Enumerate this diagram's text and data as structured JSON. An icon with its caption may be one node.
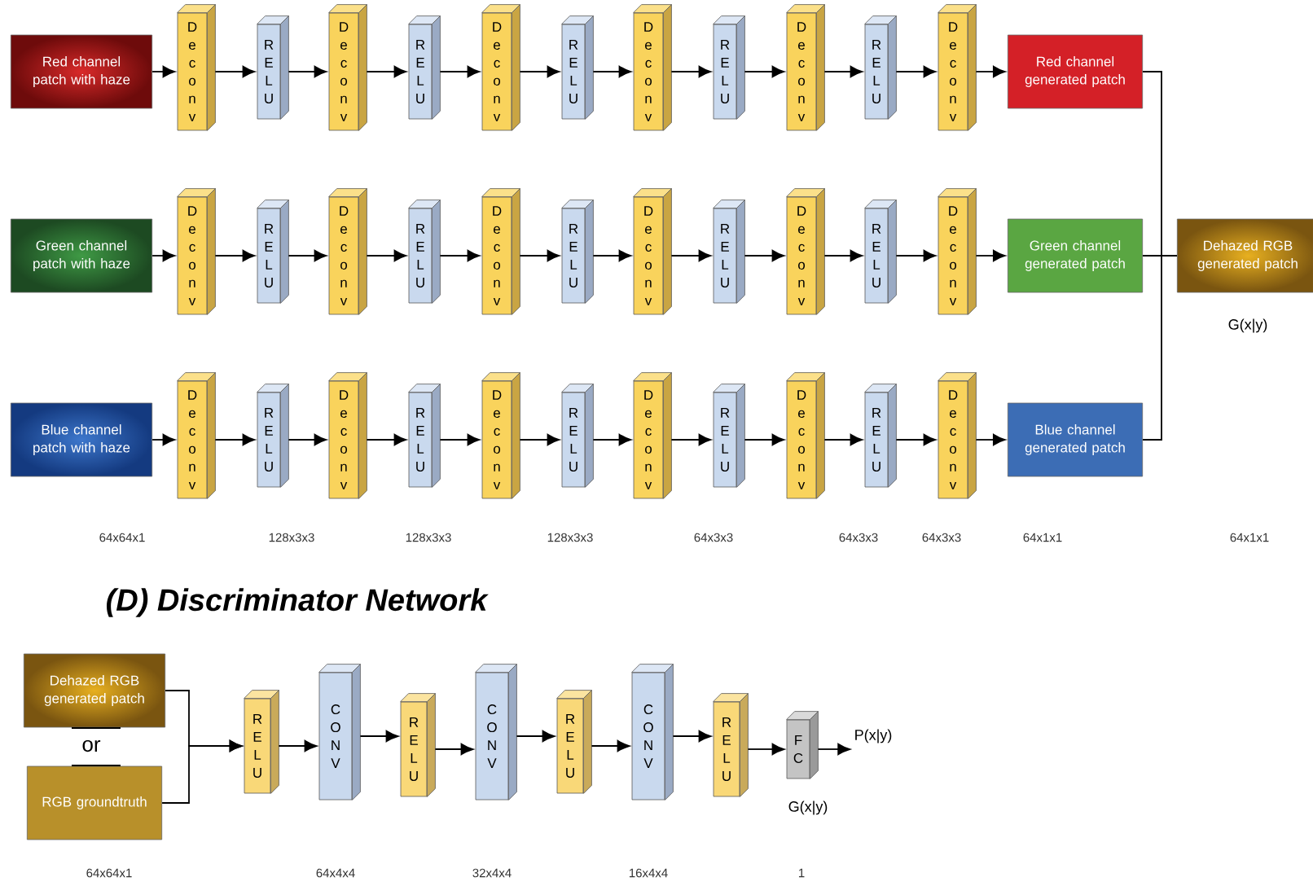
{
  "diagram": {
    "nodes": [
      {
        "text": [
          "Red channel patch with haze"
        ]
      },
      {
        "text": [
          "Deconv"
        ]
      },
      {
        "text": [
          "RELU"
        ]
      },
      {
        "text": [
          "Deconv"
        ]
      },
      {
        "text": [
          "RELU"
        ]
      },
      {
        "text": [
          "Deconv"
        ]
      },
      {
        "text": [
          "RELU"
        ]
      },
      {
        "text": [
          "Deconv"
        ]
      },
      {
        "text": [
          "RELU"
        ]
      },
      {
        "text": [
          "Deconv"
        ]
      },
      {
        "text": [
          "RELU"
        ]
      },
      {
        "text": [
          "Deconv"
        ]
      },
      {
        "text": [
          "Red channel generated patch"
        ]
      },
      {
        "text": [
          "Green channel patch with haze"
        ]
      },
      {
        "text": [
          "Deconv"
        ]
      },
      {
        "text": [
          "RELU"
        ]
      },
      {
        "text": [
          "Deconv"
        ]
      },
      {
        "text": [
          "RELU"
        ]
      },
      {
        "text": [
          "Deconv"
        ]
      },
      {
        "text": [
          "RELU"
        ]
      },
      {
        "text": [
          "Deconv"
        ]
      },
      {
        "text": [
          "RELU"
        ]
      },
      {
        "text": [
          "Deconv"
        ]
      },
      {
        "text": [
          "RELU"
        ]
      },
      {
        "text": [
          "Deconv"
        ]
      },
      {
        "text": [
          "Green channel generated patch"
        ]
      },
      {
        "text": [
          "Blue channel patch with haze"
        ]
      },
      {
        "text": [
          "Deconv"
        ]
      },
      {
        "text": [
          "RELU"
        ]
      },
      {
        "text": [
          "Deconv"
        ]
      },
      {
        "text": [
          "RELU"
        ]
      },
      {
        "text": [
          "Deconv"
        ]
      },
      {
        "text": [
          "RELU"
        ]
      },
      {
        "text": [
          "Deconv"
        ]
      },
      {
        "text": [
          "RELU"
        ]
      },
      {
        "text": [
          "Deconv"
        ]
      },
      {
        "text": [
          "RELU"
        ]
      },
      {
        "text": [
          "Deconv"
        ]
      },
      {
        "text": [
          "Blue channel generated patch"
        ]
      },
      {
        "text": [
          "Dehazed RGB generated patch"
        ],
        "beside": [
          "G(x|y)"
        ]
      },
      {
        "text": [
          "Dehazed RGB generated patch"
        ]
      },
      {
        "text": [
          "RGB groundtruth"
        ]
      },
      {
        "text": [
          "RELU"
        ]
      },
      {
        "text": [
          "CONV"
        ]
      },
      {
        "text": [
          "RELU"
        ]
      },
      {
        "text": [
          "CONV"
        ]
      },
      {
        "text": [
          "RELU"
        ]
      },
      {
        "text": [
          "CONV"
        ]
      },
      {
        "text": [
          "RELU"
        ]
      },
      {
        "text": [
          "FC"
        ],
        "beside": [
          "G(x|y)"
        ]
      },
      {
        "text": [
          "P(x|y)"
        ]
      }
    ],
    "edges": [
      {
        "from": 0,
        "to": 1,
        "arrow": "to"
      },
      {
        "from": 1,
        "to": 2,
        "arrow": "to"
      },
      {
        "from": 2,
        "to": 3,
        "arrow": "to"
      },
      {
        "from": 3,
        "to": 4,
        "arrow": "to"
      },
      {
        "from": 4,
        "to": 5,
        "arrow": "to"
      },
      {
        "from": 5,
        "to": 6,
        "arrow": "to"
      },
      {
        "from": 6,
        "to": 7,
        "arrow": "to"
      },
      {
        "from": 7,
        "to": 8,
        "arrow": "to"
      },
      {
        "from": 8,
        "to": 9,
        "arrow": "to"
      },
      {
        "from": 9,
        "to": 10,
        "arrow": "to"
      },
      {
        "from": 10,
        "to": 11,
        "arrow": "to"
      },
      {
        "from": 11,
        "to": 12,
        "arrow": "to"
      },
      {
        "from": 13,
        "to": 14,
        "arrow": "to"
      },
      {
        "from": 14,
        "to": 15,
        "arrow": "to"
      },
      {
        "from": 15,
        "to": 16,
        "arrow": "to"
      },
      {
        "from": 16,
        "to": 17,
        "arrow": "to"
      },
      {
        "from": 17,
        "to": 18,
        "arrow": "to"
      },
      {
        "from": 18,
        "to": 19,
        "arrow": "to"
      },
      {
        "from": 19,
        "to": 20,
        "arrow": "to"
      },
      {
        "from": 20,
        "to": 21,
        "arrow": "to"
      },
      {
        "from": 21,
        "to": 22,
        "arrow": "to"
      },
      {
        "from": 22,
        "to": 23,
        "arrow": "to"
      },
      {
        "from": 23,
        "to": 24,
        "arrow": "to"
      },
      {
        "from": 24,
        "to": 25,
        "arrow": "to"
      },
      {
        "from": 26,
        "to": 27,
        "arrow": "to"
      },
      {
        "from": 27,
        "to": 28,
        "arrow": "to"
      },
      {
        "from": 28,
        "to": 29,
        "arrow": "to"
      },
      {
        "from": 29,
        "to": 30,
        "arrow": "to"
      },
      {
        "from": 30,
        "to": 31,
        "arrow": "to"
      },
      {
        "from": 31,
        "to": 32,
        "arrow": "to"
      },
      {
        "from": 32,
        "to": 33,
        "arrow": "to"
      },
      {
        "from": 33,
        "to": 34,
        "arrow": "to"
      },
      {
        "from": 34,
        "to": 35,
        "arrow": "to"
      },
      {
        "from": 35,
        "to": 36,
        "arrow": "to"
      },
      {
        "from": 36,
        "to": 37,
        "arrow": "to"
      },
      {
        "from": 37,
        "to": 38,
        "arrow": "to"
      },
      {
        "from": 12,
        "to": 39,
        "arrow": "none"
      },
      {
        "from": 25,
        "to": 39,
        "arrow": "none"
      },
      {
        "from": 38,
        "to": 39,
        "arrow": "none"
      },
      {
        "from": 40,
        "to": 42,
        "arrow": "to"
      },
      {
        "from": 41,
        "to": 42,
        "arrow": "to"
      },
      {
        "from": 42,
        "to": 43,
        "arrow": "to"
      },
      {
        "from": 43,
        "to": 44,
        "arrow": "to"
      },
      {
        "from": 44,
        "to": 45,
        "arrow": "to"
      },
      {
        "from": 45,
        "to": 46,
        "arrow": "to"
      },
      {
        "from": 46,
        "to": 47,
        "arrow": "to"
      },
      {
        "from": 47,
        "to": 48,
        "arrow": "to"
      },
      {
        "from": 48,
        "to": 49,
        "arrow": "to"
      },
      {
        "from": 49,
        "to": 50,
        "arrow": "to"
      }
    ],
    "labels": [
      "64x64x1",
      "128x3x3",
      "128x3x3",
      "128x3x3",
      "64x3x3",
      "64x3x3",
      "64x3x3",
      "64x1x1",
      "64x1x1",
      "(D) Discriminator Network",
      "or",
      "64x64x1",
      "64x4x4",
      "32x4x4",
      "16x4x4",
      "1"
    ]
  }
}
